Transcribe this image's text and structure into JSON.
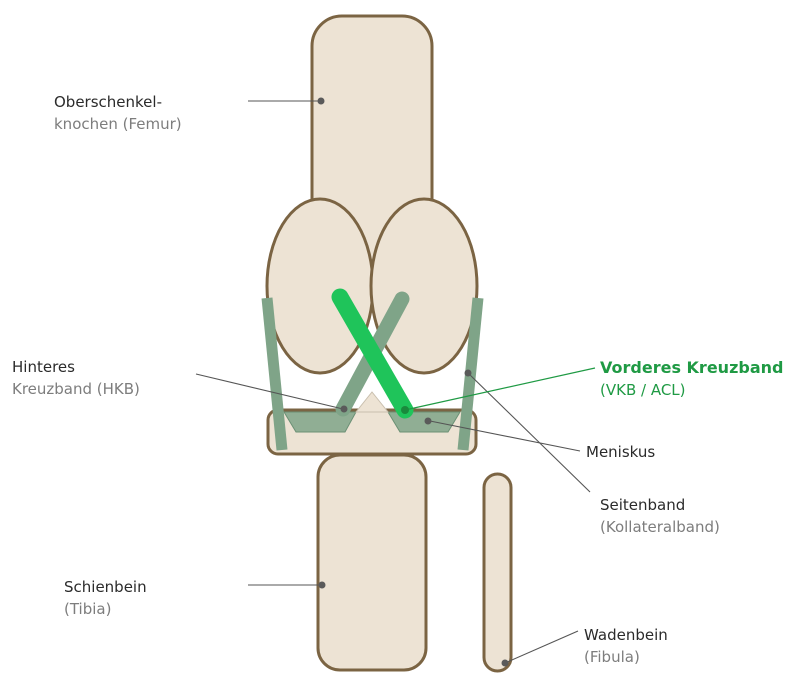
{
  "labels": {
    "femur": {
      "main": "Oberschenkel-",
      "sub": "knochen (Femur)"
    },
    "pcl": {
      "main": "Hinteres",
      "sub": "Kreuzband (HKB)"
    },
    "acl": {
      "main": "Vorderes Kreuzband",
      "sub": "(VKB / ACL)"
    },
    "meniscus": {
      "main": "Meniskus",
      "sub": ""
    },
    "collateral": {
      "main": "Seitenband",
      "sub": "(Kollateralband)"
    },
    "tibia": {
      "main": "Schienbein",
      "sub": "(Tibia)"
    },
    "fibula": {
      "main": "Wadenbein",
      "sub": "(Fibula)"
    }
  },
  "colors": {
    "bone_fill": "#ede3d4",
    "bone_stroke": "#7b6443",
    "ligament_gray_green": "#7fa488",
    "acl_highlight": "#1fc45a",
    "label_gray": "#7d7d7d",
    "acl_text": "#1f9a44"
  }
}
